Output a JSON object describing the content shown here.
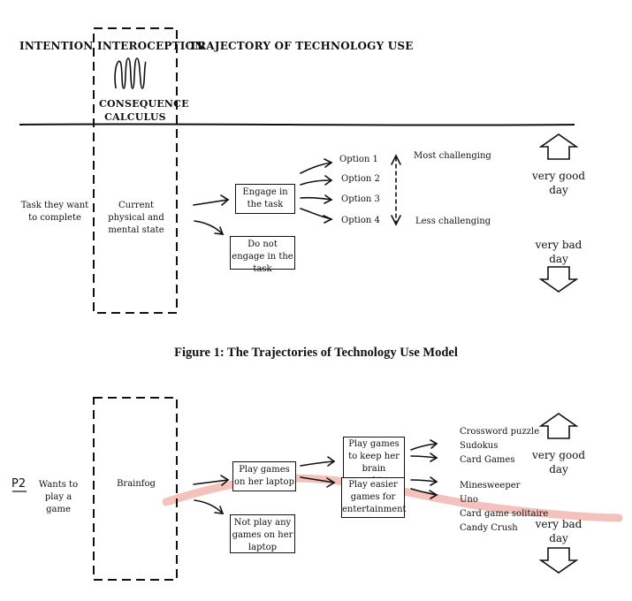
{
  "headers": {
    "intention": "INTENTION",
    "interoception": "INTEROCEPTION",
    "trajectory": "TRAJECTORY OF TECHNOLOGY USE",
    "consequence": "CONSEQUENCE CALCULUS"
  },
  "model": {
    "task": "Task they want to complete",
    "state": "Current physical and mental state",
    "engage": "Engage in the task",
    "not_engage": "Do not engage in the task",
    "options": [
      "Option 1",
      "Option 2",
      "Option 3",
      "Option 4"
    ],
    "most": "Most challenging",
    "less": "Less challenging",
    "good_day": "very good day",
    "bad_day": "very bad day"
  },
  "caption": "Figure 1: The Trajectories of Technology Use Model",
  "example": {
    "participant": "P2",
    "task": "Wants to play a game",
    "state": "Brainfog",
    "play": "Play games on her laptop",
    "not_play": "Not play any games on her laptop",
    "keep_brain": "Play games to keep her brain working",
    "easier": "Play easier games for entertainment",
    "games_hard": [
      "Crossword puzzle",
      "Sudokus",
      "Card Games"
    ],
    "games_easy": [
      "Minesweeper",
      "Uno",
      "Card game solitaire",
      "Candy Crush"
    ],
    "good_day": "very good day",
    "bad_day": "very bad day"
  },
  "colors": {
    "ink": "#111111",
    "highlight": "#f0a09a"
  }
}
